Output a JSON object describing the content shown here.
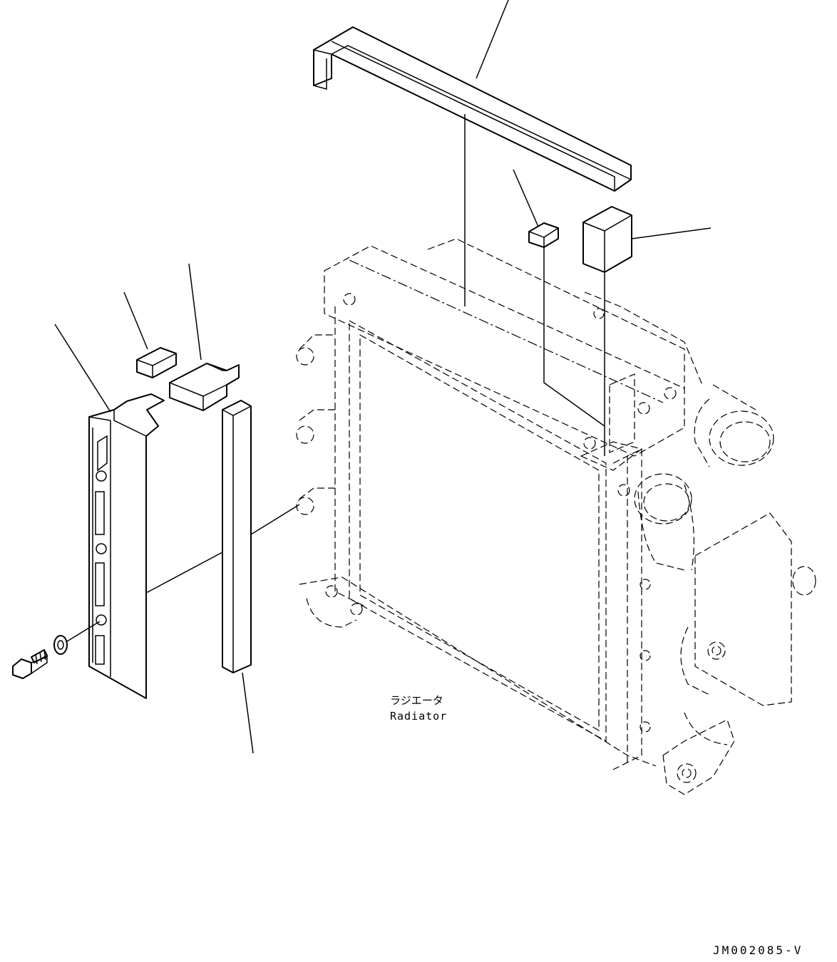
{
  "diagram": {
    "radiator_label_jp": "ラジエータ",
    "radiator_label_en": "Radiator",
    "drawing_code": "JM002085-V"
  }
}
